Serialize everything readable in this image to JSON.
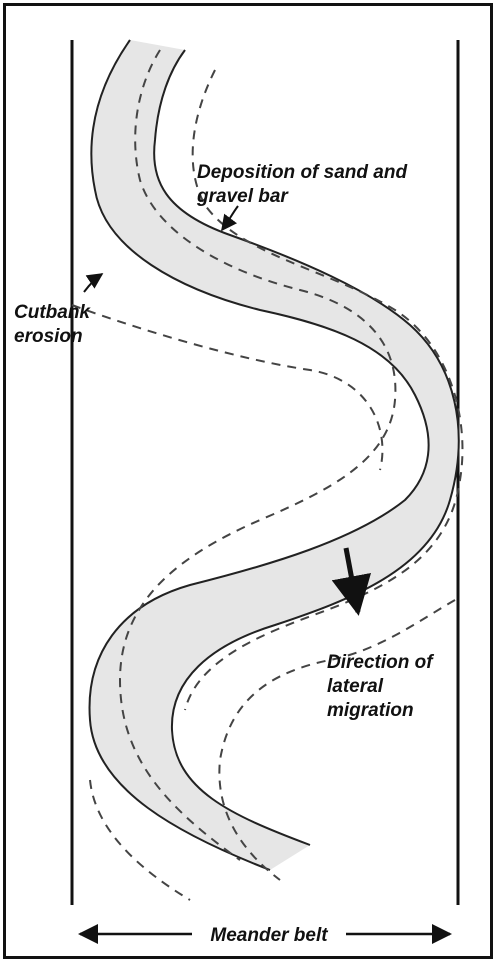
{
  "labels": {
    "deposition_line1": "Deposition of sand and",
    "deposition_line2": "gravel bar",
    "cutbank_line1": "Cutbank",
    "cutbank_line2": "erosion",
    "direction_line1": "Direction of",
    "direction_line2": "lateral",
    "direction_line3": "migration",
    "meander_belt": "Meander belt"
  },
  "colors": {
    "ink": "#111111",
    "channel_fill": "#e6e6e6",
    "frame": "#111111"
  }
}
